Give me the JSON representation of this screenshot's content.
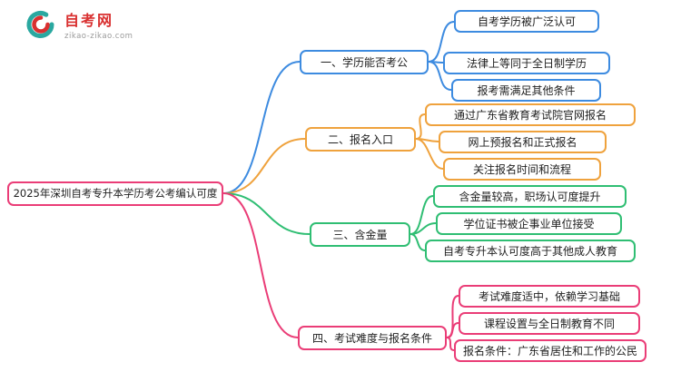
{
  "logo": {
    "title": "自考网",
    "subtitle": "zikao-zikao.com",
    "teal": "#2aa8a0",
    "red": "#d93030"
  },
  "root": {
    "label": "2025年深圳自考专升本学历考公考编认可度",
    "color": "#ea3d77"
  },
  "branches": [
    {
      "label": "一、学历能否考公",
      "color": "#3d8be0",
      "children": [
        "自考学历被广泛认可",
        "法律上等同于全日制学历",
        "报考需满足其他条件"
      ]
    },
    {
      "label": "二、报名入口",
      "color": "#efa23d",
      "children": [
        "通过广东省教育考试院官网报名",
        "网上预报名和正式报名",
        "关注报名时间和流程"
      ]
    },
    {
      "label": "三、含金量",
      "color": "#2fbe73",
      "children": [
        "含金量较高，职场认可度提升",
        "学位证书被企事业单位接受",
        "自考专升本认可度高于其他成人教育"
      ]
    },
    {
      "label": "四、考试难度与报名条件",
      "color": "#ea3d77",
      "children": [
        "考试难度适中，依赖学习基础",
        "课程设置与全日制教育不同",
        "报名条件：广东省居住和工作的公民"
      ]
    }
  ]
}
